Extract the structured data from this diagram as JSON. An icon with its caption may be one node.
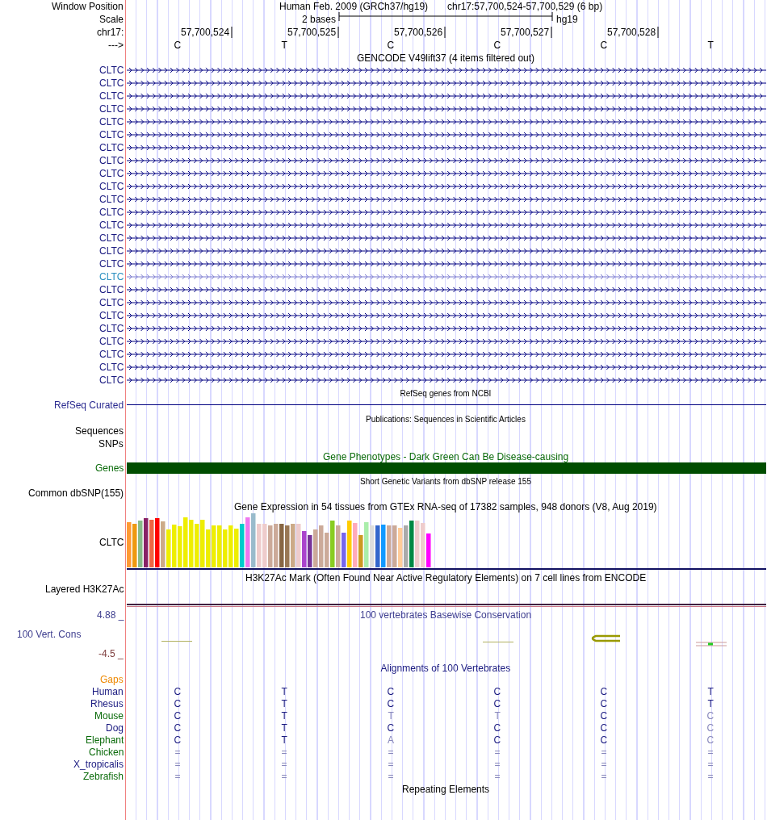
{
  "diagram": {
    "labels": [
      "Window Position",
      "Human Feb. 2009 (GRCh37/hg19)",
      "chr17:57,700,524-57,700,529 (6 bp)",
      "Scale",
      "2 bases",
      "hg19",
      "chr17:",
      "57,700,524",
      "57,700,525",
      "57,700,526",
      "57,700,527",
      "57,700,528",
      "--->",
      "C",
      "T",
      "C",
      "C",
      "C",
      "T",
      "GENCODE V49lift37 (4 items filtered out)",
      "CLTC",
      "CLTC",
      "CLTC",
      "CLTC",
      "CLTC",
      "CLTC",
      "CLTC",
      "CLTC",
      "CLTC",
      "CLTC",
      "CLTC",
      "CLTC",
      "CLTC",
      "CLTC",
      "CLTC",
      "CLTC",
      "CLTC",
      "CLTC",
      "CLTC",
      "CLTC",
      "CLTC",
      "CLTC",
      "CLTC",
      "CLTC",
      "CLTC",
      "RefSeq genes from NCBI",
      "RefSeq Curated",
      "Publications: Sequences in Scientific Articles",
      "Sequences",
      "SNPs",
      "Gene Phenotypes - Dark Green Can Be Disease-causing",
      "Genes",
      "Short Genetic Variants from dbSNP release 155",
      "Common dbSNP(155)",
      "Gene Expression in 54 tissues from GTEx RNA-seq of 17382 samples, 948 donors (V8, Aug 2019)",
      "CLTC",
      "H3K27Ac Mark (Often Found Near Active Regulatory Elements) on 7 cell lines from ENCODE",
      "Layered H3K27Ac",
      "4.88 _",
      "100 vertebrates Basewise Conservation",
      "100 Vert. Cons",
      "-4.5 _",
      "Alignments of 100 Vertebrates",
      "Gaps",
      "Human",
      "Rhesus",
      "Mouse",
      "Dog",
      "Elephant",
      "Chicken",
      "X_tropicalis",
      "Zebrafish",
      "C",
      "T",
      "C",
      "C",
      "C",
      "T",
      "C",
      "T",
      "C",
      "C",
      "C",
      "T",
      "C",
      "T",
      "T",
      "T",
      "C",
      "C",
      "C",
      "T",
      "C",
      "C",
      "C",
      "C",
      "C",
      "T",
      "A",
      "C",
      "C",
      "C",
      "=",
      "=",
      "=",
      "=",
      "=",
      "=",
      "=",
      "=",
      "=",
      "=",
      "=",
      "=",
      "=",
      "=",
      "=",
      "=",
      "=",
      "=",
      "Repeating Elements"
    ]
  }
}
